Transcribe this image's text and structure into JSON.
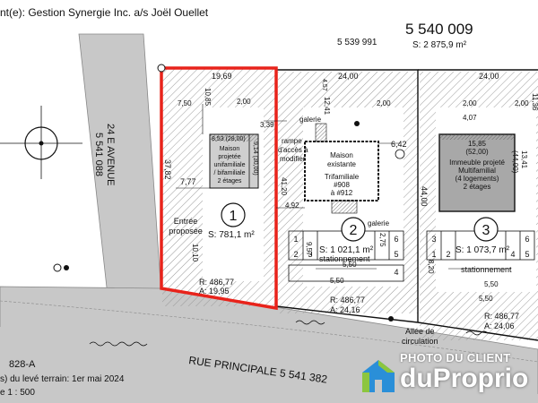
{
  "header": {
    "client": "nt(e): Gestion Synergie Inc. a/s Joël Ouellet",
    "lot_main": "5 540 009",
    "lot_main_area": "S: 2 875,9 m²",
    "lot_secondary": "5 539 991"
  },
  "streets": {
    "avenue_name": "24 E AVENUE",
    "avenue_lot": "5 541 088",
    "principale": "RUE PRINCIPALE  5 541 382"
  },
  "footer": {
    "lot_828": "828-A",
    "survey_date": "s) du levé terrain:  1er mai 2024",
    "scale": "e  1 : 500"
  },
  "lots": [
    {
      "number": "1",
      "area": "S: 781,1 m²",
      "house": [
        "Maison",
        "projetée",
        "unifamiliale",
        "/ bifamiliale",
        "2 étages"
      ],
      "house_dims": "8,53 (28,00)",
      "house_side": "9,14 (30,00)",
      "entry": [
        "Entrée",
        "proposée"
      ],
      "arc": [
        "R: 486,77",
        "A: 19,95"
      ]
    },
    {
      "number": "2",
      "area": "S: 1 021,1 m²",
      "house": [
        "Maison",
        "existante",
        "Trifamiliale",
        "#908",
        "à #912"
      ],
      "ramp": [
        "rampe",
        "d'accès à",
        "modifier"
      ],
      "galerie_top": "galerie",
      "galerie_bottom": "galerie",
      "parking": "stationnement",
      "arc": [
        "R: 486,77",
        "A: 24,16"
      ]
    },
    {
      "number": "3",
      "area": "S: 1 073,7 m²",
      "house": [
        "Immeuble projeté",
        "Multifamilial",
        "(4 logements)",
        "2 étages"
      ],
      "house_dims": "15,85",
      "house_dims2": "(52,00)",
      "house_side": "13,41",
      "house_side2": "(44,00)",
      "parking": "stationnement",
      "arc": [
        "R: 486,77",
        "A: 24,06"
      ]
    }
  ],
  "dimensions": {
    "d_19_69": "19,69",
    "d_24_00a": "24,00",
    "d_24_00b": "24,00",
    "d_37_82": "37,82",
    "d_7_77": "7,77",
    "d_10_85": "10,85",
    "d_7_50": "7,50",
    "d_2_00a": "2,00",
    "d_2_00b": "2,00",
    "d_2_00c": "2,00",
    "d_2_00d": "2,00",
    "d_3_39": "3,39",
    "d_41_20": "41,20",
    "d_4_92": "4,92",
    "d_6_42": "6,42",
    "d_4_07": "4,07",
    "d_44_00": "44,00",
    "d_12_41": "12,41",
    "d_11_36": "11,36",
    "d_10_10": "10,10",
    "d_9_57": "9,57",
    "d_2_75a": "2,75",
    "d_5_50a": "5,50",
    "d_5_50b": "5,50",
    "d_5_50c": "5,50",
    "d_5_50d": "5,50",
    "d_8_20": "8,20",
    "d_4_57": "4,57"
  },
  "parking_numbers_lot2": [
    "1",
    "2",
    "3",
    "4",
    "5",
    "6"
  ],
  "parking_numbers_lot3": [
    "1",
    "2",
    "3",
    "4",
    "5",
    "6"
  ],
  "allee": [
    "Allée de",
    "circulation"
  ],
  "branding": {
    "top": "PHOTO DU CLIENT",
    "main": "duProprio"
  },
  "colors": {
    "highlight": "#e8231b",
    "road": "#c8c8c8",
    "hatch": "#9a9a9a",
    "building_fill": "#a8a8a8",
    "brand_blue": "#2a8fd8",
    "brand_green": "#8cc63f"
  }
}
